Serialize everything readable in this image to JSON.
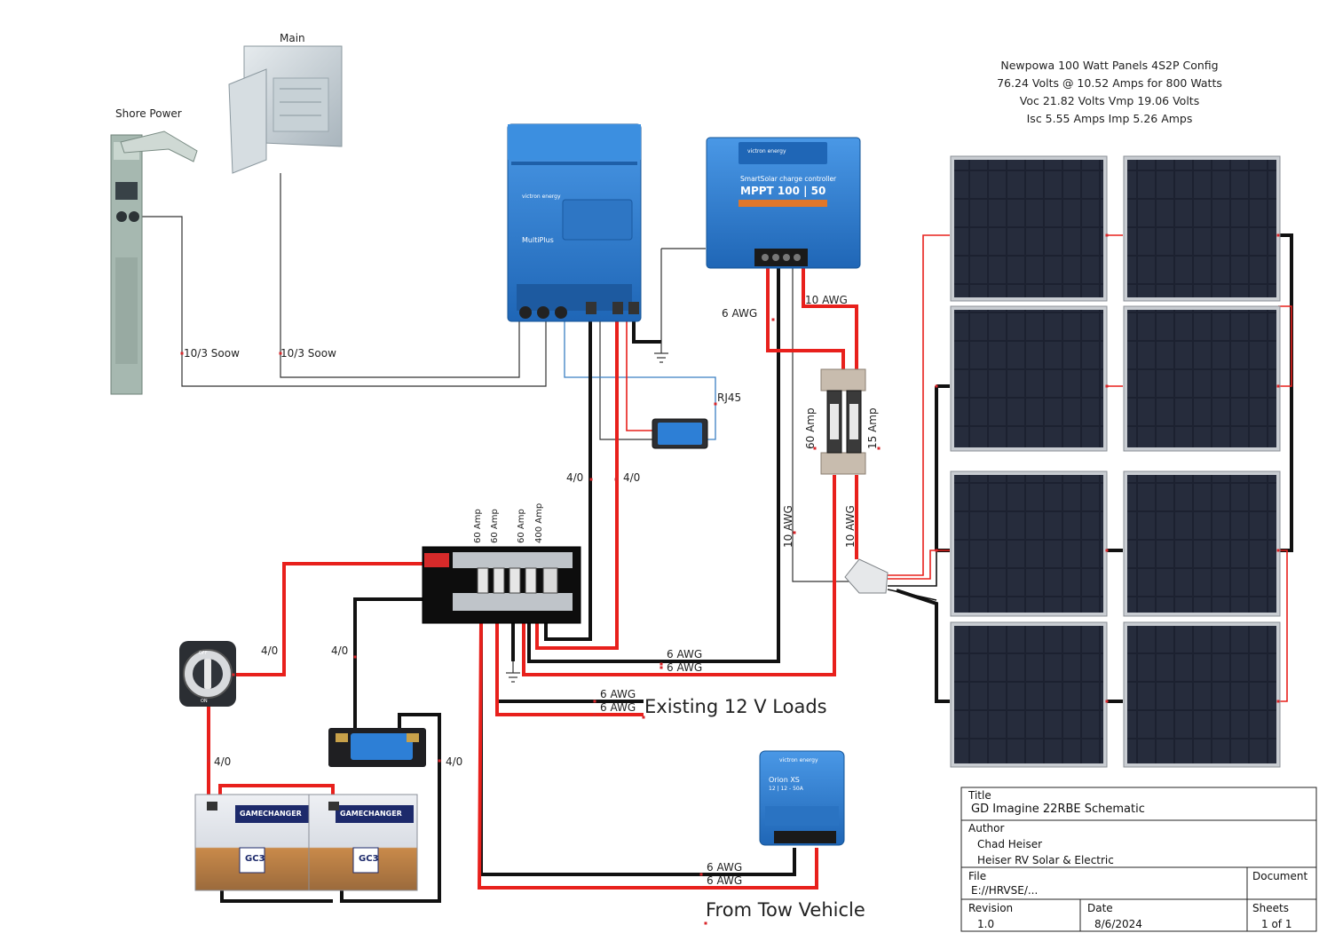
{
  "labels": {
    "main": "Main",
    "shore_power": "Shore Power",
    "cable_10_3_a": "10/3 Soow",
    "cable_10_3_b": "10/3 Soow",
    "rj45": "RJ45",
    "awg6_top": "6 AWG",
    "awg10_top": "10 AWG",
    "awg10_v1": "10 AWG",
    "awg10_v2": "10 AWG",
    "amp60_fuse": "60 Amp",
    "amp15_fuse": "15 Amp",
    "inv_4_0_a": "4/0",
    "inv_4_0_b": "4/0",
    "bus_fuses": [
      "60 Amp",
      "60 Amp",
      "60 Amp",
      "400 Amp"
    ],
    "sw_4_0": "4/0",
    "shunt_4_0": "4/0",
    "bat_4_0_left": "4/0",
    "bat_4_0_right": "4/0",
    "awg6_mppt_a": "6 AWG",
    "awg6_mppt_b": "6 AWG",
    "awg6_loads_a": "6 AWG",
    "awg6_loads_b": "6 AWG",
    "existing_loads": "Existing 12 V Loads",
    "awg6_tow_a": "6 AWG",
    "awg6_tow_b": "6 AWG",
    "from_tow": "From Tow Vehicle"
  },
  "panel_specs": [
    "Newpowa 100 Watt Panels 4S2P Config",
    "76.24 Volts @ 10.52 Amps for 800 Watts",
    "Voc 21.82 Volts Vmp 19.06 Volts",
    "Isc 5.55 Amps    Imp 5.26 Amps"
  ],
  "devices": {
    "inverter_brand": "victron energy",
    "inverter_model": "MultiPlus",
    "mppt_brand": "victron energy",
    "mppt_sub": "SmartSolar charge controller",
    "mppt_model": "MPPT 100 | 50",
    "orion_brand": "victron energy",
    "orion_model": "Orion XS",
    "orion_sub": "12 | 12 - 50A",
    "battery_brand": "GAMECHANGER",
    "battery_model": "GC3",
    "switch_off": "OFF",
    "switch_on": "ON"
  },
  "title_block": {
    "title_label": "Title",
    "title_value": "GD Imagine 22RBE Schematic",
    "author_label": "Author",
    "author_name": "Chad Heiser",
    "author_company": "Heiser RV Solar & Electric",
    "file_label": "File",
    "file_value": "E://HRVSE/...",
    "document_label": "Document",
    "revision_label": "Revision",
    "revision_value": "1.0",
    "date_label": "Date",
    "date_value": "8/6/2024",
    "sheets_label": "Sheets",
    "sheets_value": "1 of 1"
  },
  "colors": {
    "positive_wire": "#e8201c",
    "negative_wire": "#111111",
    "signal_wire": "#3b7fc2",
    "victron_blue": "#2f7fd4",
    "panel_dark": "#1b1f2a"
  }
}
